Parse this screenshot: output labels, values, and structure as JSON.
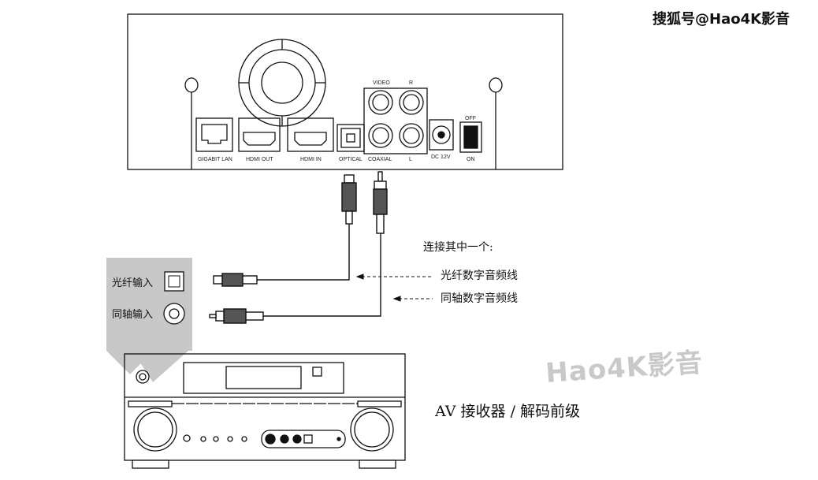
{
  "watermark_top": "搜狐号@Hao4K影音",
  "watermark_mid": "Hao4K影音",
  "device": {
    "ports": {
      "lan": "GIGABIT LAN",
      "hdmi_out": "HDMI OUT",
      "hdmi_in": "HDMI IN",
      "optical": "OPTICAL",
      "coaxial": "COAXIAL",
      "video": "VIDEO",
      "r": "R",
      "l": "L",
      "dc": "DC 12V",
      "off": "OFF",
      "on": "ON"
    }
  },
  "notes": {
    "connect_one": "连接其中一个:",
    "optical_cable": "光纤数字音频线",
    "coax_cable": "同轴数字音频线"
  },
  "receiver_inputs": {
    "optical_in": "光纤输入",
    "coax_in": "同轴输入"
  },
  "receiver_label": "AV 接收器 / 解码前级",
  "colors": {
    "line": "#111111",
    "panel": "#c8c8c8",
    "watermark": "#c9c9c9"
  }
}
